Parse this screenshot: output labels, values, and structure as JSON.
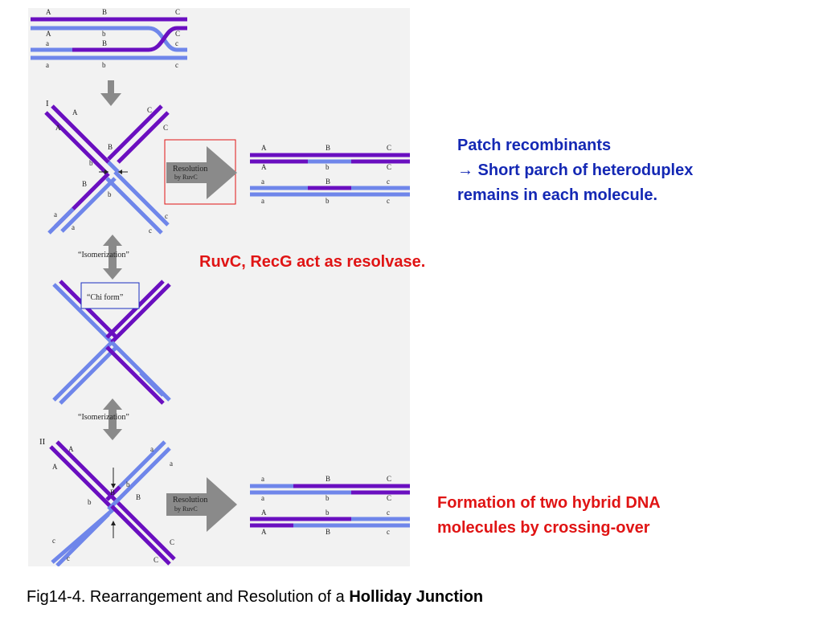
{
  "colors": {
    "dark_strand": "#6a0fc0",
    "light_strand": "#6f86ea",
    "arrow_gray": "#8a8a8a",
    "panel_bg": "#f2f2f2",
    "blue_text": "#1428b4",
    "red_text": "#e01414",
    "box_red": "#e01414",
    "box_blue": "#1a2fc0"
  },
  "diagram": {
    "top_labels": {
      "row1": [
        "A",
        "B",
        "C"
      ],
      "row2": [
        "A",
        "b",
        "C"
      ],
      "row3": [
        "a",
        "B",
        "c"
      ],
      "row4": [
        "a",
        "b",
        "c"
      ]
    },
    "stage_I": {
      "numeral": "I",
      "labels": [
        "A",
        "A",
        "C",
        "C",
        "B",
        "b",
        "B",
        "b",
        "a",
        "a",
        "c",
        "c"
      ]
    },
    "stage_II": {
      "numeral": "II",
      "labels": [
        "A",
        "A",
        "a",
        "a",
        "B",
        "b",
        "B",
        "b",
        "c",
        "c",
        "C",
        "C"
      ]
    },
    "resolution_label": "Resolution",
    "resolution_sub": "by RuvC",
    "isomerization_label": "“Isomerization”",
    "chi_form_label": "“Chi form”",
    "product1_labels": {
      "row1": [
        "A",
        "B",
        "C"
      ],
      "row2": [
        "A",
        "b",
        "C"
      ],
      "row3": [
        "a",
        "B",
        "c"
      ],
      "row4": [
        "a",
        "b",
        "c"
      ]
    },
    "product2_labels": {
      "row1": [
        "a",
        "B",
        "C"
      ],
      "row2": [
        "a",
        "b",
        "C"
      ],
      "row3": [
        "A",
        "b",
        "c"
      ],
      "row4": [
        "A",
        "B",
        "c"
      ]
    }
  },
  "notes": {
    "patch_line1": "Patch recombinants",
    "patch_line2": "→ Short parch of heteroduplex",
    "patch_line3": "remains in each molecule.",
    "ruvc": "RuvC, RecG act as resolvase.",
    "formation_line1": "Formation of two hybrid DNA",
    "formation_line2": "molecules by crossing-over"
  },
  "caption": {
    "prefix": "Fig14-4. Rearrangement and Resolution of a ",
    "bold": "Holliday Junction"
  }
}
